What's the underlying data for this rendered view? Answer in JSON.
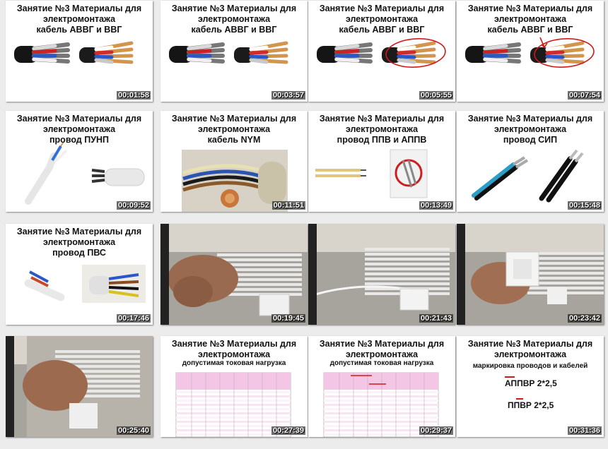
{
  "thumbnails": [
    {
      "kind": "slide",
      "title": [
        "Занятие №3 Материалы для",
        "электромонтажа",
        "кабель АВВГ и ВВГ"
      ],
      "time": "00:01:58",
      "art": "cables-avvg",
      "marks": "none"
    },
    {
      "kind": "slide",
      "title": [
        "Занятие №3 Материалы для",
        "электромонтажа",
        "кабель АВВГ и ВВГ"
      ],
      "time": "00:03:57",
      "art": "cables-avvg",
      "marks": "none"
    },
    {
      "kind": "slide",
      "title": [
        "Занятие №3 Материалы для",
        "электромонтажа",
        "кабель АВВГ и ВВГ"
      ],
      "time": "00:05:55",
      "art": "cables-avvg",
      "marks": "circle"
    },
    {
      "kind": "slide",
      "title": [
        "Занятие №3 Материалы для",
        "электромонтажа",
        "кабель АВВГ и ВВГ"
      ],
      "time": "00:07:54",
      "art": "cables-avvg",
      "marks": "circle-arrow"
    },
    {
      "kind": "slide",
      "title": [
        "Занятие №3 Материалы для",
        "электромонтажа",
        "провод ПУНП"
      ],
      "time": "00:09:52",
      "art": "wire-punp"
    },
    {
      "kind": "slide",
      "title": [
        "Занятие №3 Материалы для",
        "электромонтажа",
        "кабель NYM"
      ],
      "time": "00:11:51",
      "art": "cable-nym"
    },
    {
      "kind": "slide",
      "title": [
        "Занятие №3 Материалы для",
        "электромонтажа",
        "провод ППВ и АППВ"
      ],
      "time": "00:13:49",
      "art": "wire-ppv"
    },
    {
      "kind": "slide",
      "title": [
        "Занятие №3 Материалы для",
        "электромонтажа",
        "провод СИП"
      ],
      "time": "00:15:48",
      "art": "wire-sip"
    },
    {
      "kind": "slide",
      "title": [
        "Занятие №3 Материалы для",
        "электромонтажа",
        "провод ПВС"
      ],
      "time": "00:17:46",
      "art": "wire-pvs"
    },
    {
      "kind": "video",
      "title": [],
      "time": "00:19:45",
      "art": "video-hands"
    },
    {
      "kind": "video",
      "title": [],
      "time": "00:21:43",
      "art": "video-radiator"
    },
    {
      "kind": "video",
      "title": [],
      "time": "00:23:42",
      "art": "video-socket"
    },
    {
      "kind": "video",
      "title": [],
      "time": "00:25:40",
      "art": "video-hands2"
    },
    {
      "kind": "slide",
      "title": [
        "Занятие №3 Материалы для",
        "электромонтажа"
      ],
      "subtitle": "допустимая токовая нагрузка",
      "time": "00:27:39",
      "art": "table"
    },
    {
      "kind": "slide",
      "title": [
        "Занятие №3 Материалы для",
        "электромонтажа"
      ],
      "subtitle": "допустимая токовая нагрузка",
      "time": "00:29:37",
      "art": "table-marked"
    },
    {
      "kind": "slide",
      "title": [
        "Занятие №3 Материалы для",
        "электромонтажа"
      ],
      "subtitle": "маркировка проводов и кабелей",
      "markings": [
        "АППВР 2*2,5",
        "ППВР 2*2,5"
      ],
      "time": "00:31:36",
      "art": "marking"
    }
  ],
  "colors": {
    "annotation_red": "#d21919",
    "timestamp_text": "#ffffff",
    "table_pink": "#f3c6e6"
  }
}
